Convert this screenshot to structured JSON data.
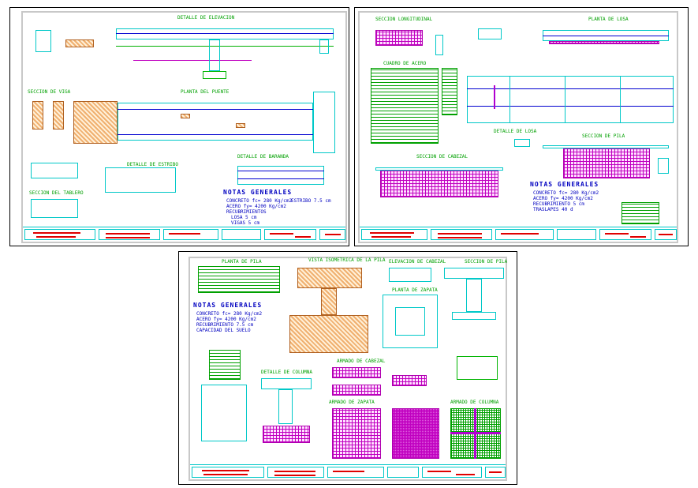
{
  "sheets": [
    {
      "labels": {
        "elevation": "DETALLE DE ELEVACION",
        "plan": "PLANTA DEL PUENTE",
        "section_beam": "SECCION DE VIGA",
        "detail_abutment": "DETALLE DE ESTRIBO",
        "section_deck": "SECCION DEL TABLERO",
        "railing": "DETALLE DE BARANDA",
        "notes": "NOTAS GENERALES"
      },
      "notes": [
        "CONCRETO fc= 280 Kg/cm2",
        "ACERO fy= 4200 Kg/cm2",
        "RECUBRIMIENTOS",
        "LOSA 5 cm",
        "VIGAS 5 cm",
        "ESTRIBO 7.5 cm"
      ]
    },
    {
      "labels": {
        "section_long": "SECCION LONGITUDINAL",
        "deck_plan": "PLANTA DE LOSA",
        "table": "CUADRO DE ACERO",
        "detail_slab": "DETALLE DE LOSA",
        "section_cap": "SECCION DE CABEZAL",
        "section_pier": "SECCION DE PILA",
        "notes": "NOTAS GENERALES"
      },
      "notes": [
        "CONCRETO fc= 280 Kg/cm2",
        "ACERO fy= 4200 Kg/cm2",
        "RECUBRIMIENTO 5 cm",
        "TRASLAPES 40 d"
      ]
    },
    {
      "labels": {
        "pier_plan": "PLANTA DE PILA",
        "pier_iso": "VISTA ISOMETRICA DE LA PILA",
        "cap_elev": "ELEVACION DE CABEZAL",
        "pier_section": "SECCION DE PILA",
        "footing_plan": "PLANTA DE ZAPATA",
        "notes": "NOTAS GENERALES",
        "column_detail": "DETALLE DE COLUMNA",
        "footing_mesh": "ARMADO DE ZAPATA",
        "column_mesh": "ARMADO DE COLUMNA",
        "cap_mesh": "ARMADO DE CABEZAL"
      },
      "notes": [
        "CONCRETO fc= 280 Kg/cm2",
        "ACERO fy= 4200 Kg/cm2",
        "RECUBRIMIENTO 7.5 cm",
        "CAPACIDAD DEL SUELO"
      ]
    }
  ]
}
